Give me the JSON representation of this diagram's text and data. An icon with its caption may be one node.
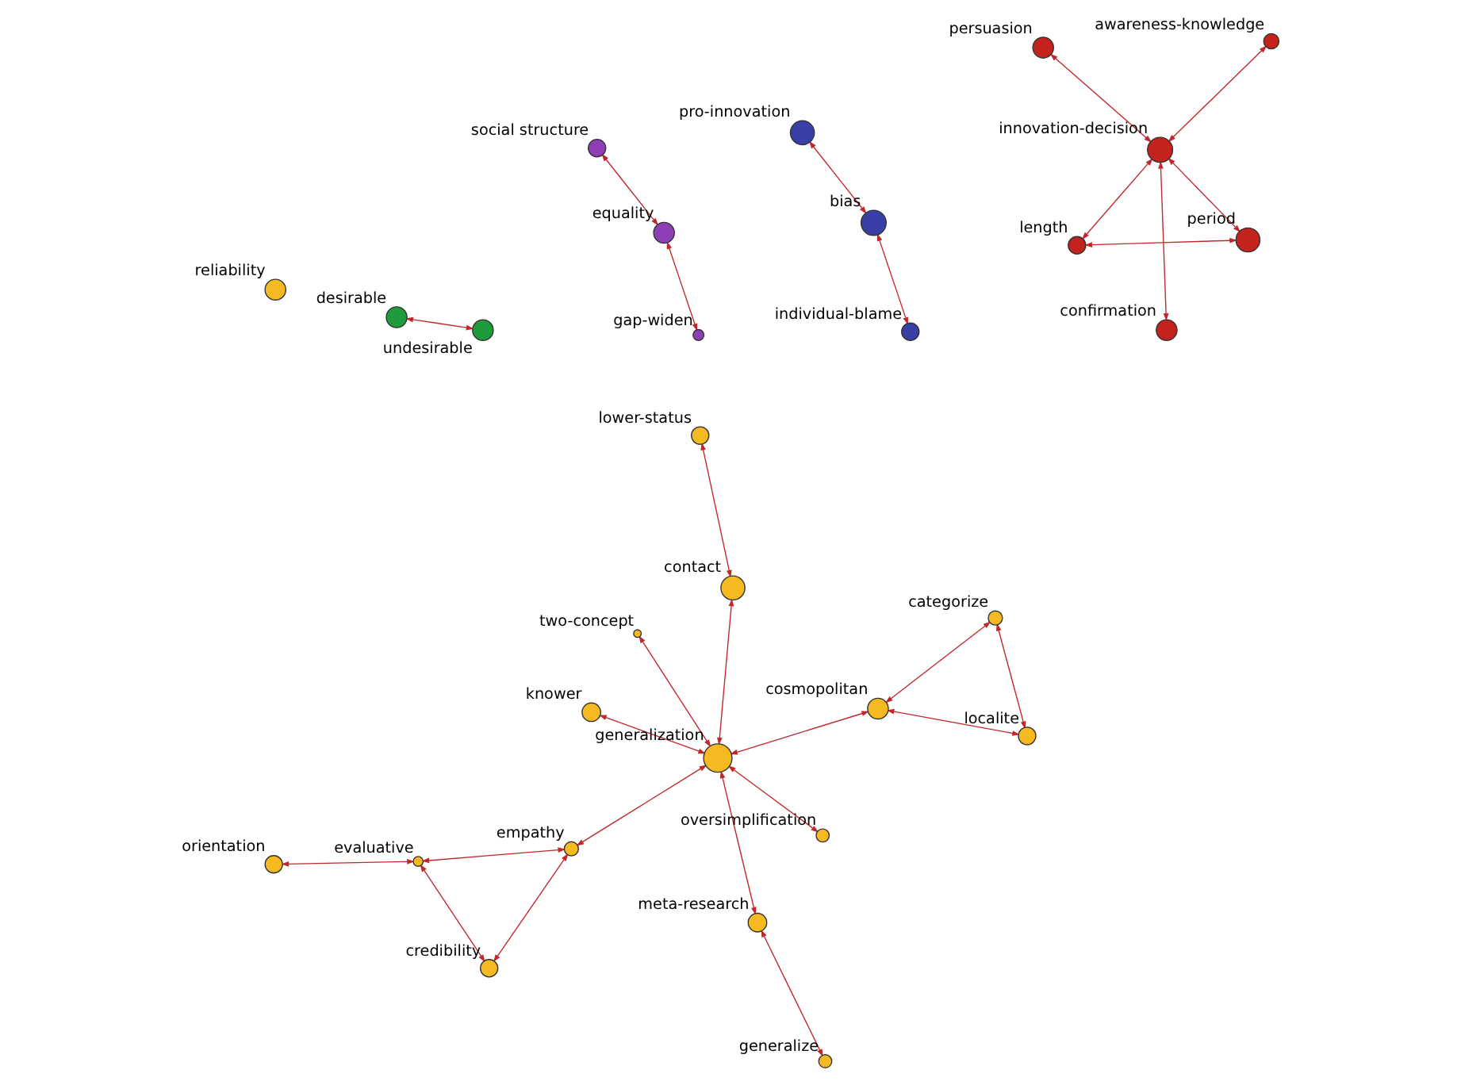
{
  "diagram": {
    "nodes": [
      {
        "text": [],
        "shape": "circle",
        "beside": [
          "pro-innovation"
        ]
      },
      {
        "text": [],
        "shape": "circle",
        "beside": [
          "bias"
        ]
      },
      {
        "text": [],
        "shape": "circle",
        "beside": [
          "individual-blame"
        ]
      },
      {
        "text": [],
        "shape": "circle",
        "beside": [
          "social structure"
        ]
      },
      {
        "text": [],
        "shape": "circle",
        "beside": [
          "equality"
        ]
      },
      {
        "text": [],
        "shape": "circle",
        "beside": [
          "gap-widen"
        ]
      },
      {
        "text": [],
        "shape": "circle",
        "beside": [
          "desirable"
        ]
      },
      {
        "text": [],
        "shape": "circle",
        "beside": [
          "undesirable"
        ]
      },
      {
        "text": [],
        "shape": "circle",
        "beside": [
          "generalize"
        ]
      },
      {
        "text": [],
        "shape": "circle",
        "beside": [
          "oversimplification"
        ]
      },
      {
        "text": [],
        "shape": "circle",
        "beside": [
          "meta-research"
        ]
      },
      {
        "text": [],
        "shape": "circle",
        "beside": [
          "two-concept"
        ]
      },
      {
        "text": [],
        "shape": "circle",
        "beside": [
          "lower-status"
        ]
      },
      {
        "text": [],
        "shape": "circle",
        "beside": [
          "contact"
        ]
      },
      {
        "text": [],
        "shape": "circle",
        "beside": [
          "knower"
        ]
      },
      {
        "text": [],
        "shape": "circle",
        "beside": [
          "generalization"
        ]
      },
      {
        "text": [],
        "shape": "circle",
        "beside": [
          "reliability"
        ]
      },
      {
        "text": [],
        "shape": "circle",
        "beside": [
          "credibility"
        ]
      },
      {
        "text": [],
        "shape": "circle",
        "beside": [
          "empathy"
        ]
      },
      {
        "text": [],
        "shape": "circle",
        "beside": [
          "evaluative"
        ]
      },
      {
        "text": [],
        "shape": "circle",
        "beside": [
          "orientation"
        ]
      },
      {
        "text": [],
        "shape": "circle",
        "beside": [
          "cosmopolitan"
        ]
      },
      {
        "text": [],
        "shape": "circle",
        "beside": [
          "localite"
        ]
      },
      {
        "text": [],
        "shape": "circle",
        "beside": [
          "categorize"
        ]
      },
      {
        "text": [],
        "shape": "circle",
        "beside": [
          "length"
        ]
      },
      {
        "text": [],
        "shape": "circle",
        "beside": [
          "period"
        ]
      },
      {
        "text": [],
        "shape": "circle",
        "beside": [
          "confirmation"
        ]
      },
      {
        "text": [],
        "shape": "circle",
        "beside": [
          "innovation-decision"
        ]
      },
      {
        "text": [],
        "shape": "circle",
        "beside": [
          "awareness-knowledge"
        ]
      },
      {
        "text": [],
        "shape": "circle",
        "beside": [
          "persuasion"
        ]
      }
    ],
    "edges": [
      {
        "from": 0,
        "to": 1,
        "arrow": "both"
      },
      {
        "from": 1,
        "to": 2,
        "arrow": "both"
      },
      {
        "from": 4,
        "to": 3,
        "arrow": "both"
      },
      {
        "from": 4,
        "to": 5,
        "arrow": "both"
      },
      {
        "from": 6,
        "to": 7,
        "arrow": "both"
      },
      {
        "from": 8,
        "to": 10,
        "arrow": "both"
      },
      {
        "from": 10,
        "to": 15,
        "arrow": "both"
      },
      {
        "from": 9,
        "to": 15,
        "arrow": "both"
      },
      {
        "from": 11,
        "to": 15,
        "arrow": "both"
      },
      {
        "from": 12,
        "to": 13,
        "arrow": "both"
      },
      {
        "from": 13,
        "to": 15,
        "arrow": "both"
      },
      {
        "from": 14,
        "to": 15,
        "arrow": "both"
      },
      {
        "from": 18,
        "to": 15,
        "arrow": "both"
      },
      {
        "from": 17,
        "to": 18,
        "arrow": "both"
      },
      {
        "from": 17,
        "to": 19,
        "arrow": "both"
      },
      {
        "from": 18,
        "to": 19,
        "arrow": "both"
      },
      {
        "from": 19,
        "to": 20,
        "arrow": "both"
      },
      {
        "from": 15,
        "to": 21,
        "arrow": "both"
      },
      {
        "from": 21,
        "to": 22,
        "arrow": "both"
      },
      {
        "from": 22,
        "to": 23,
        "arrow": "both"
      },
      {
        "from": 21,
        "to": 23,
        "arrow": "both"
      },
      {
        "from": 24,
        "to": 25,
        "arrow": "both"
      },
      {
        "from": 24,
        "to": 27,
        "arrow": "both"
      },
      {
        "from": 25,
        "to": 27,
        "arrow": "both"
      },
      {
        "from": 26,
        "to": 27,
        "arrow": "both"
      },
      {
        "from": 27,
        "to": 28,
        "arrow": "both"
      },
      {
        "from": 27,
        "to": 29,
        "arrow": "both"
      }
    ]
  }
}
